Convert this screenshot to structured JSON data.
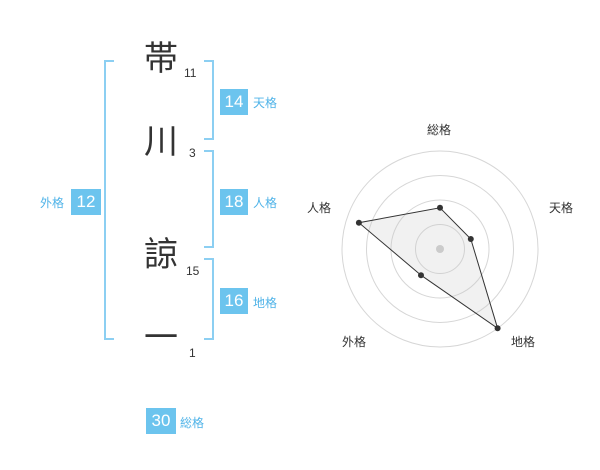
{
  "name": {
    "characters": [
      {
        "char": "帯",
        "strokes": "11"
      },
      {
        "char": "川",
        "strokes": "3"
      },
      {
        "char": "諒",
        "strokes": "15"
      },
      {
        "char": "一",
        "strokes": "1"
      }
    ]
  },
  "kaku": {
    "tenkaku": {
      "value": "14",
      "label": "天格"
    },
    "jinkaku": {
      "value": "18",
      "label": "人格"
    },
    "chikaku": {
      "value": "16",
      "label": "地格"
    },
    "gaikaku": {
      "value": "12",
      "label": "外格"
    },
    "soukaku": {
      "value": "30",
      "label": "総格"
    }
  },
  "colors": {
    "badge": "#6cc4ee",
    "label": "#4fb3e8",
    "bracket": "#8ccff2"
  },
  "chart_data": {
    "type": "radar",
    "axes": [
      "総格",
      "天格",
      "地格",
      "外格",
      "人格"
    ],
    "values": [
      0.42,
      0.33,
      1.0,
      0.33,
      0.87
    ],
    "rings": 4
  }
}
